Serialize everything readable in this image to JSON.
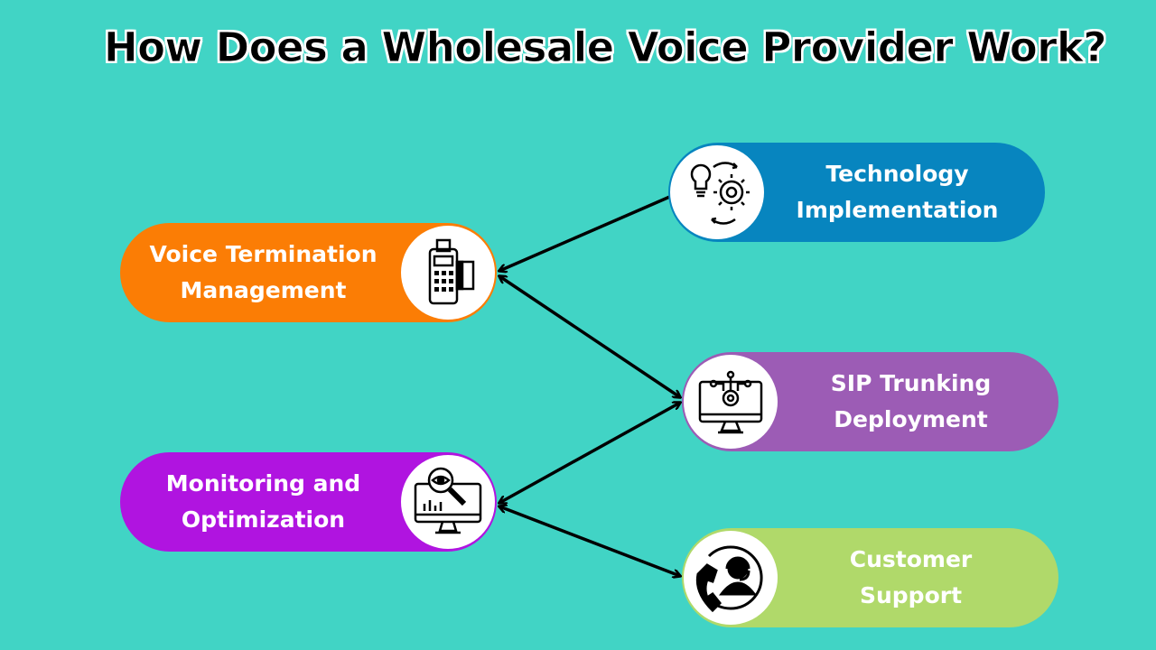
{
  "title": "How Does a Wholesale Voice Provider Work?",
  "nodes": {
    "voice_termination": {
      "label_line1": "Voice Termination",
      "label_line2": "Management",
      "color": "#fb7d05",
      "icon": "pos-terminal-icon"
    },
    "technology": {
      "label_line1": "Technology",
      "label_line2": "Implementation",
      "color": "#0785bf",
      "icon": "lightbulb-gear-cycle-icon"
    },
    "sip": {
      "label_line1": "SIP Trunking",
      "label_line2": "Deployment",
      "color": "#9c5cb5",
      "icon": "monitor-gear-network-icon"
    },
    "monitoring": {
      "label_line1": "Monitoring and",
      "label_line2": "Optimization",
      "color": "#b014e0",
      "icon": "monitor-eye-magnifier-icon"
    },
    "customer": {
      "label_line1": "Customer",
      "label_line2": "Support",
      "color": "#b0d96a",
      "icon": "phone-agent-headset-icon"
    }
  }
}
